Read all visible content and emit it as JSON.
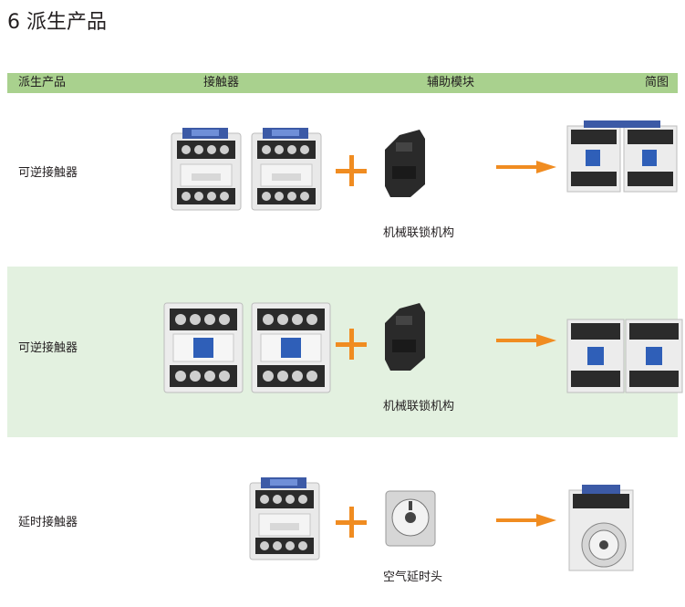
{
  "page": {
    "title": "6 派生产品"
  },
  "header": {
    "col_product": "派生产品",
    "col_contactor": "接触器",
    "col_module": "辅助模块",
    "col_diagram": "简图"
  },
  "rows": [
    {
      "label": "可逆接触器",
      "accessory": "机械联锁机构"
    },
    {
      "label": "可逆接触器",
      "accessory": "机械联锁机构"
    },
    {
      "label": "延时接触器",
      "accessory": "空气延时头"
    }
  ],
  "colors": {
    "accent_orange": "#f08c21",
    "header_green": "#a9d18e",
    "row_shade": "#e3f1e0",
    "label_blue": "#2f6fd6"
  }
}
